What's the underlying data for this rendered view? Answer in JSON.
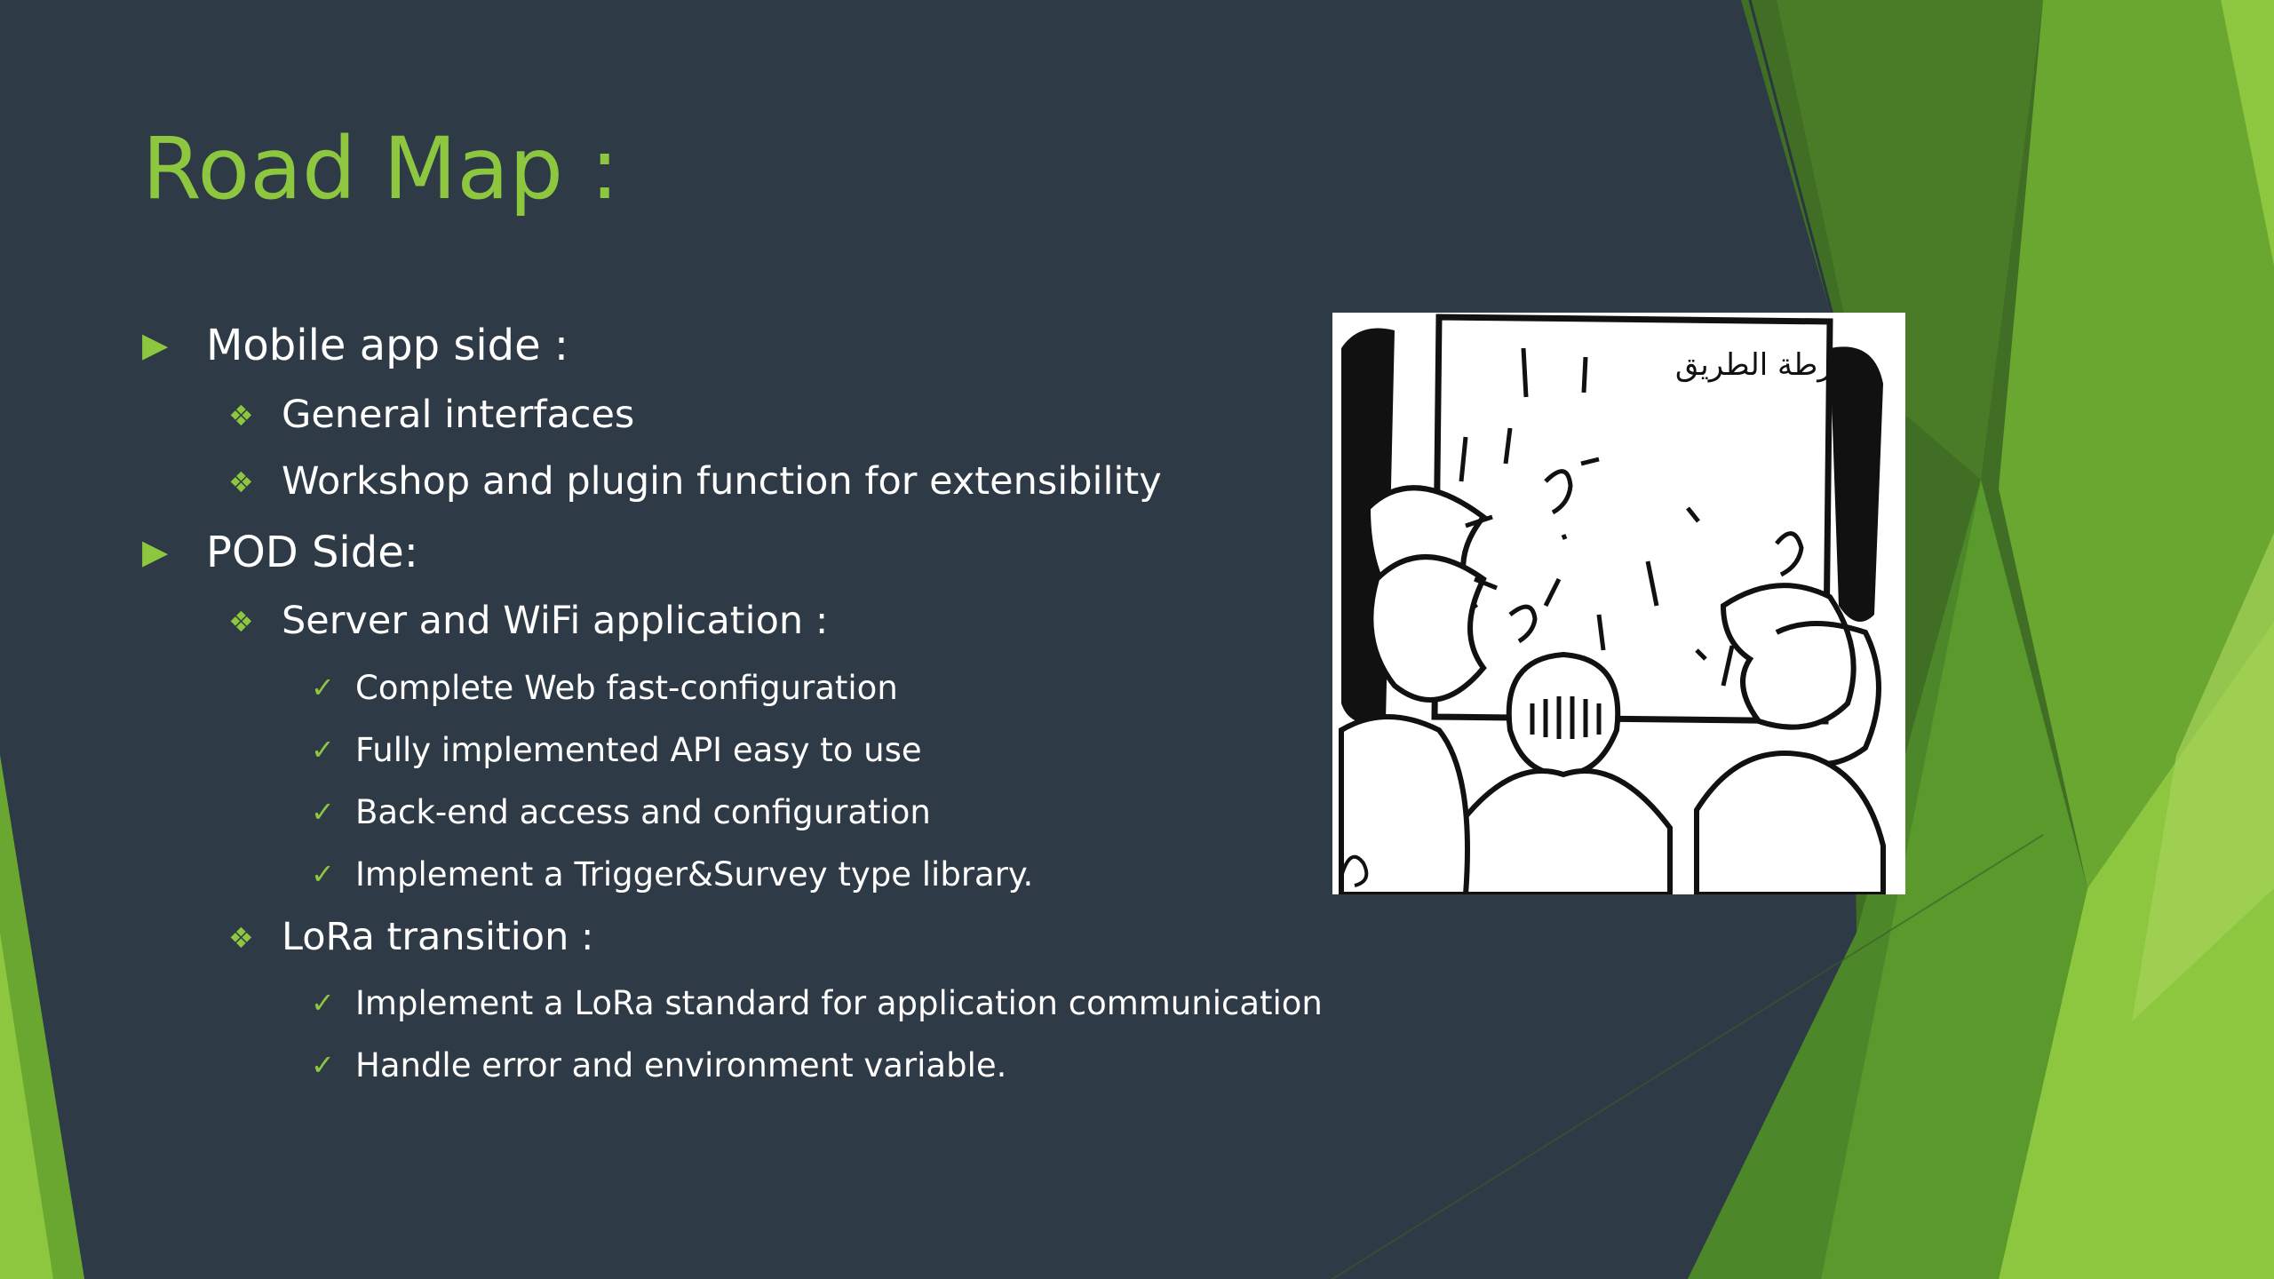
{
  "slide": {
    "title": "Road Map :",
    "sections": [
      {
        "label": "Mobile app side :",
        "items": [
          {
            "label": "General interfaces",
            "sub": []
          },
          {
            "label": "Workshop and plugin function for extensibility",
            "sub": []
          }
        ]
      },
      {
        "label": "POD Side:",
        "items": [
          {
            "label": "Server and WiFi application :",
            "sub": [
              "Complete Web fast-configuration",
              "Fully implemented API easy to use",
              "Back-end access and configuration",
              "Implement a Trigger&Survey type library."
            ]
          },
          {
            "label": "LoRa transition :",
            "sub": [
              "Implement a LoRa standard for application communication",
              "Handle error and environment variable."
            ]
          }
        ]
      }
    ],
    "markers": {
      "level1": "▶",
      "level2": "❖",
      "level3": "✓"
    },
    "image": {
      "caption_text": "خارطة الطريق",
      "icon": "cartoon-road-map-illustration"
    },
    "colors": {
      "background": "#2e3a45",
      "accent": "#8dc63f",
      "text": "#ffffff"
    }
  }
}
